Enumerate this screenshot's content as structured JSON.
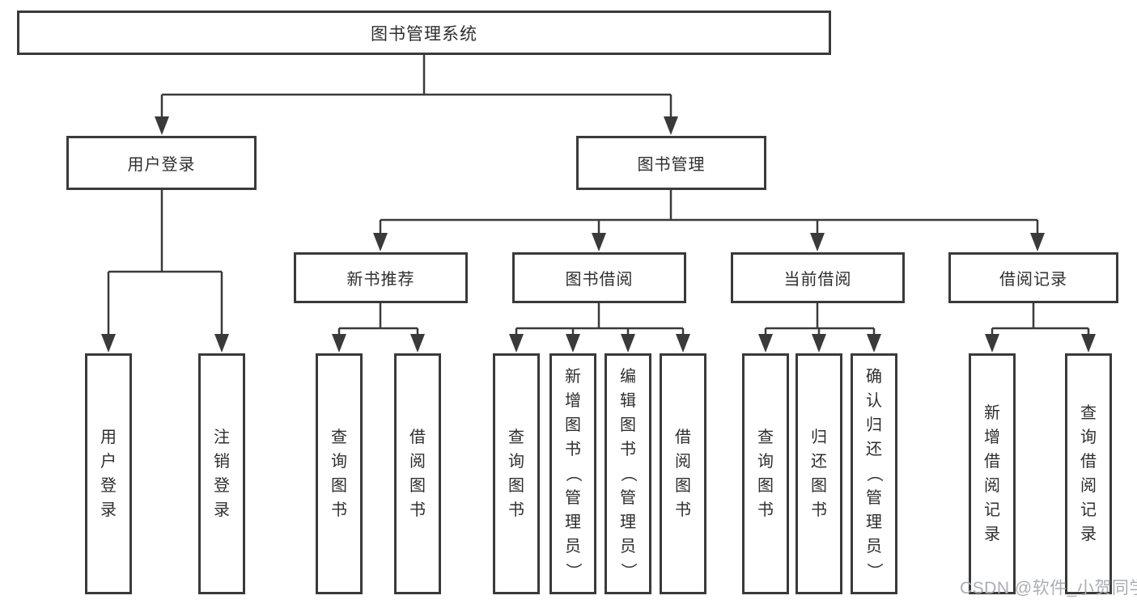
{
  "page": {
    "background_color": "#ffffff",
    "line_color": "#3a3a3a",
    "text_color": "#2e2e2e"
  },
  "diagram": {
    "root": {
      "label": "图书管理系统"
    },
    "branches": [
      {
        "label": "用户登录",
        "children": [
          {
            "label": "用户登录"
          },
          {
            "label": "注销登录"
          }
        ]
      },
      {
        "label": "图书管理",
        "groups": [
          {
            "label": "新书推荐",
            "children": [
              {
                "label": "查询图书"
              },
              {
                "label": "借阅图书"
              }
            ]
          },
          {
            "label": "图书借阅",
            "children": [
              {
                "label": "查询图书"
              },
              {
                "label": "新增图书（管理员）"
              },
              {
                "label": "编辑图书（管理员）"
              },
              {
                "label": "借阅图书"
              }
            ]
          },
          {
            "label": "当前借阅",
            "children": [
              {
                "label": "查询图书"
              },
              {
                "label": "归还图书"
              },
              {
                "label": "确认归还（管理员）"
              }
            ]
          },
          {
            "label": "借阅记录",
            "children": [
              {
                "label": "新增借阅记录"
              },
              {
                "label": "查询借阅记录"
              }
            ]
          }
        ]
      }
    ]
  },
  "watermark": {
    "text": "CSDN @软件_小贺同学",
    "color": "#a9aeb4"
  }
}
